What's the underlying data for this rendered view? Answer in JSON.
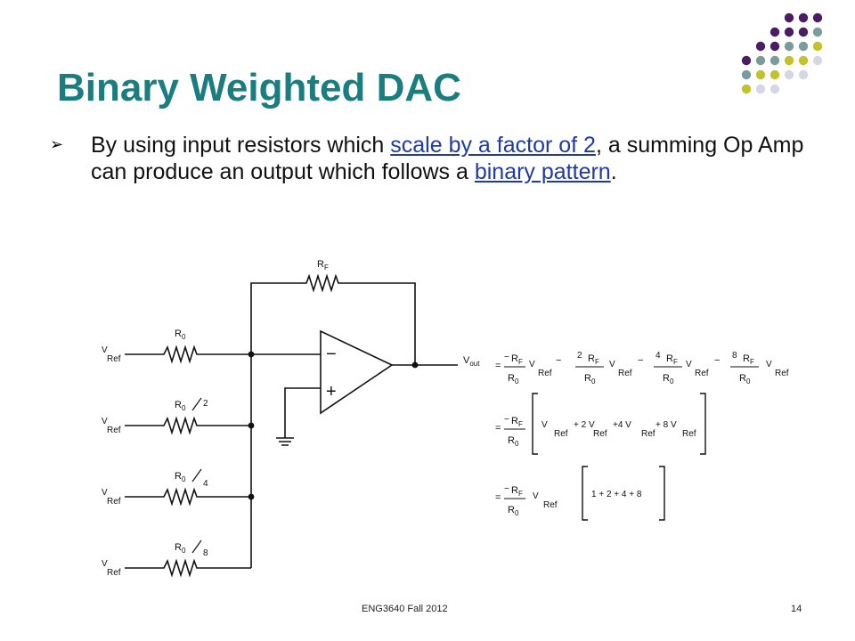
{
  "slide": {
    "title": "Binary Weighted DAC",
    "bullet_prefix": "By using input resistors which ",
    "bullet_link_1": "scale by a factor of 2",
    "bullet_middle": ", a summing Op Amp can produce an output which follows a ",
    "bullet_link_2": "binary pattern",
    "bullet_suffix": ".",
    "footer_course": "ENG3640 Fall 2012",
    "page_number": "14"
  },
  "colors": {
    "title": "#1a7d80",
    "link": "#1f3aa8",
    "dot_purple": "#4b1b66",
    "dot_teal": "#7a9c9c",
    "dot_olive": "#c2c22a",
    "dot_lavender": "#d6d6e6"
  },
  "circuit": {
    "vref_main": "V",
    "vref_sub": "Ref",
    "rf_main": "R",
    "rf_sub": "F",
    "r0_main": "R",
    "r0_sub": "0",
    "r0_div2": "2",
    "r0_div4": "4",
    "r0_div8": "8",
    "minus_sign": "−",
    "plus_sign": "+",
    "vout_main": "V",
    "vout_sub": "out"
  },
  "equations": {
    "eq": "=",
    "minus": "−",
    "coef_2": "2",
    "coef_4": "4",
    "coef_8": "8",
    "bracket2_terms": "+ 2 V",
    "bracket2_terms_b": "+4  V",
    "bracket2_terms_c": "+ 8  V",
    "bracket3_sum": "1 + 2 + 4 + 8"
  }
}
